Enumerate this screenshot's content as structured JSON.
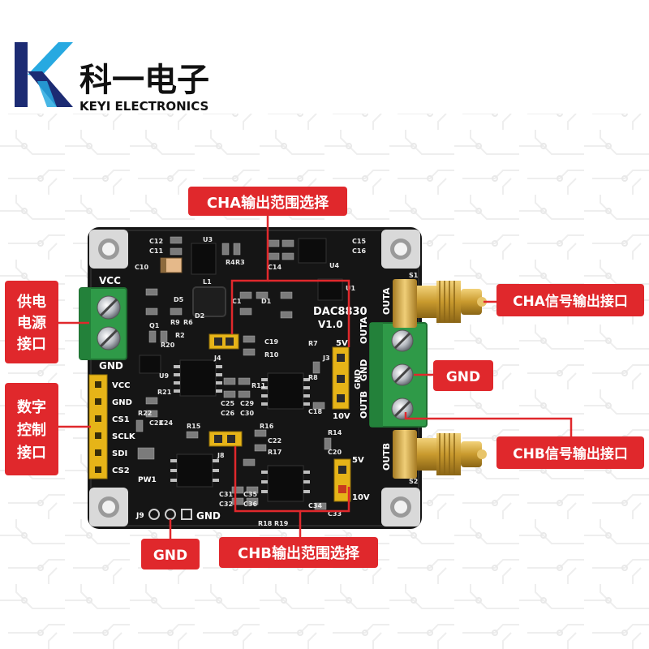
{
  "brand": {
    "name_cn": "科一电子",
    "name_en": "KEYI ELECTRONICS",
    "colors": {
      "k_dark": "#1c2b73",
      "k_light": "#27a9e1",
      "callout_red": "#e0282c",
      "pcb_black": "#151515",
      "terminal_green": "#2f9a48",
      "sma_gold": "#c99a2e"
    }
  },
  "callouts": {
    "cha_range": "CHA输出范围选择",
    "cha_out": "CHA信号输出接口",
    "gnd_right": "GND",
    "chb_out": "CHB信号输出接口",
    "chb_range": "CHB输出范围选择",
    "gnd_bottom": "GND",
    "power_l1": "供电",
    "power_l2": "电源",
    "power_l3": "接口",
    "digital_l1": "数字",
    "digital_l2": "控制",
    "digital_l3": "接口"
  },
  "board": {
    "chip": "DAC8830",
    "version": "V1.0",
    "vcc": "VCC",
    "gnd": "GND",
    "outa": "OUTA",
    "outb": "OUTB",
    "outa_pin": "OUTA",
    "outb_pin": "OUTB",
    "gnd_pin": "GND",
    "pins": [
      "VCC",
      "GND",
      "CS1",
      "SCLK",
      "SDI",
      "CS2"
    ],
    "sel_5v": "5V",
    "sel_10v": "10V",
    "j9": "J9",
    "j9_gnd": "GND",
    "pw1": "PW1",
    "refs": [
      "C12",
      "U3",
      "C11",
      "C10",
      "C15",
      "C16",
      "C14",
      "R4",
      "R3",
      "U4",
      "U1",
      "D5",
      "L1",
      "C1",
      "D1",
      "D2",
      "R9",
      "R6",
      "Q1",
      "R20",
      "R2",
      "C19",
      "R10",
      "J4",
      "R7",
      "U9",
      "J3",
      "R21",
      "C25",
      "C29",
      "C26",
      "C30",
      "R8",
      "C18",
      "R22",
      "C23",
      "C24",
      "R15",
      "C22",
      "R17",
      "J8",
      "C31",
      "C35",
      "C32",
      "C36",
      "R14",
      "C20",
      "C34",
      "C33",
      "S1",
      "S2",
      "R18",
      "R19",
      "R11",
      "R16"
    ]
  }
}
